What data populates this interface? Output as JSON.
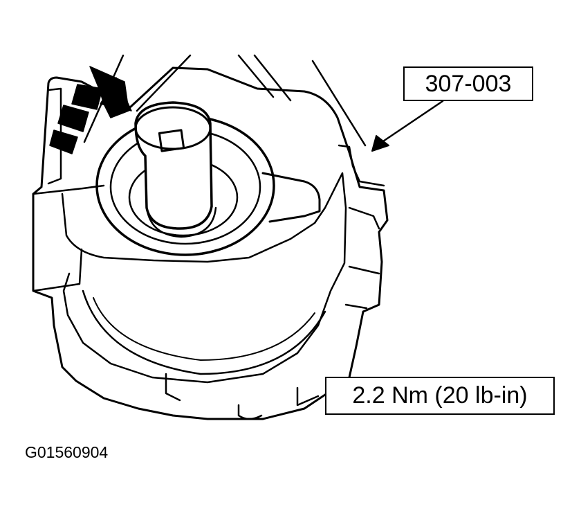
{
  "callouts": {
    "tool": "307-003",
    "torque": "2.2 Nm (20 lb-in)"
  },
  "figure_id": "G01560904",
  "colors": {
    "line": "#000000",
    "background": "#ffffff"
  }
}
